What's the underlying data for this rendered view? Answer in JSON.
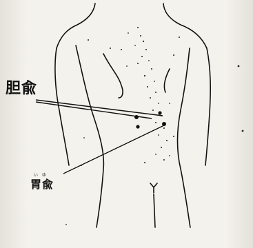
{
  "labels": {
    "danyu": "胆兪",
    "iyu": "胃兪",
    "iyu_reading": "い ゆ"
  },
  "colors": {
    "ink": "#111111",
    "paper": "#f4f2ec"
  }
}
